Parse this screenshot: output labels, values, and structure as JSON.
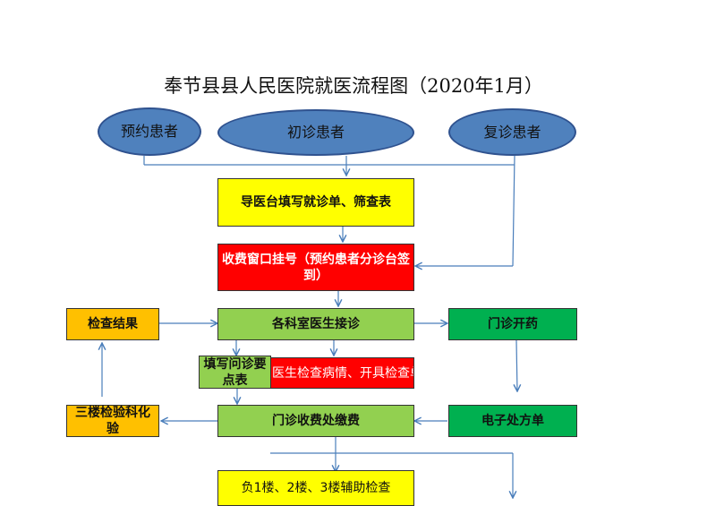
{
  "title": "奉节县县人民医院就医流程图（2020年1月）",
  "patients": {
    "appointment": "预约患者",
    "first_visit": "初诊患者",
    "return_visit": "复诊患者"
  },
  "steps": {
    "guide_desk": "导医台填写就诊单、筛查表",
    "registration": "收费窗口挂号（预约患者分诊台签到）",
    "dept_doctor": "各科室医生接诊",
    "fill_form": "填写问诊要点表",
    "doctor_exam": "医生检查病情、开具检查单",
    "payment": "门诊收费处缴费",
    "auxiliary_exam": "负1楼、2楼、3楼辅助检查",
    "check_results": "检查结果",
    "lab_test": "三楼检验科化验",
    "prescription": "门诊开药",
    "e_prescription": "电子处方单"
  },
  "colors": {
    "ellipse_fill": "#4f81bd",
    "connector": "#4a7ebb",
    "yellow": "#ffff00",
    "red": "#ff0000",
    "green": "#92d050",
    "dark_green": "#00b050",
    "orange": "#ffc000"
  }
}
